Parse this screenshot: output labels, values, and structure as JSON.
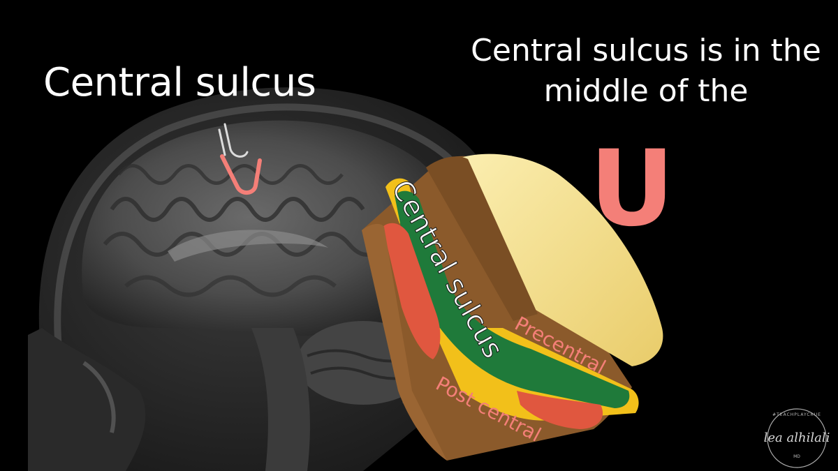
{
  "slide": {
    "title_left": "Central sulcus",
    "title_right": "Central sulcus is in the middle of the",
    "big_letter": "U"
  },
  "sandwich": {
    "label_central": "Central sulcus",
    "label_precentral": "Precentral",
    "label_postcentral": "Post central"
  },
  "watermark": {
    "signature": "lea alhilali",
    "tagline": "#TEACHPLAYCRUE",
    "suffix": "MD"
  },
  "colors": {
    "accent": "#f47f78",
    "bread": "#8b5a2b",
    "bread_top": "#f3dc8a",
    "lettuce": "#1f7a3a",
    "tomato": "#e0573f",
    "cheese": "#f2c01a"
  }
}
